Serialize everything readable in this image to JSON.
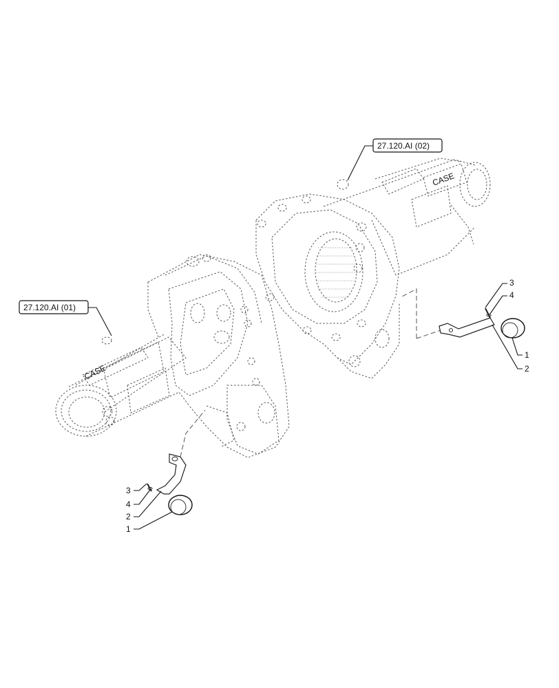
{
  "references": {
    "left": "27.120.AI (01)",
    "right": "27.120.AI (02)"
  },
  "callouts": {
    "right": [
      "3",
      "4",
      "1",
      "2"
    ],
    "left": [
      "3",
      "4",
      "2",
      "1"
    ]
  },
  "casting_text": "CASE"
}
